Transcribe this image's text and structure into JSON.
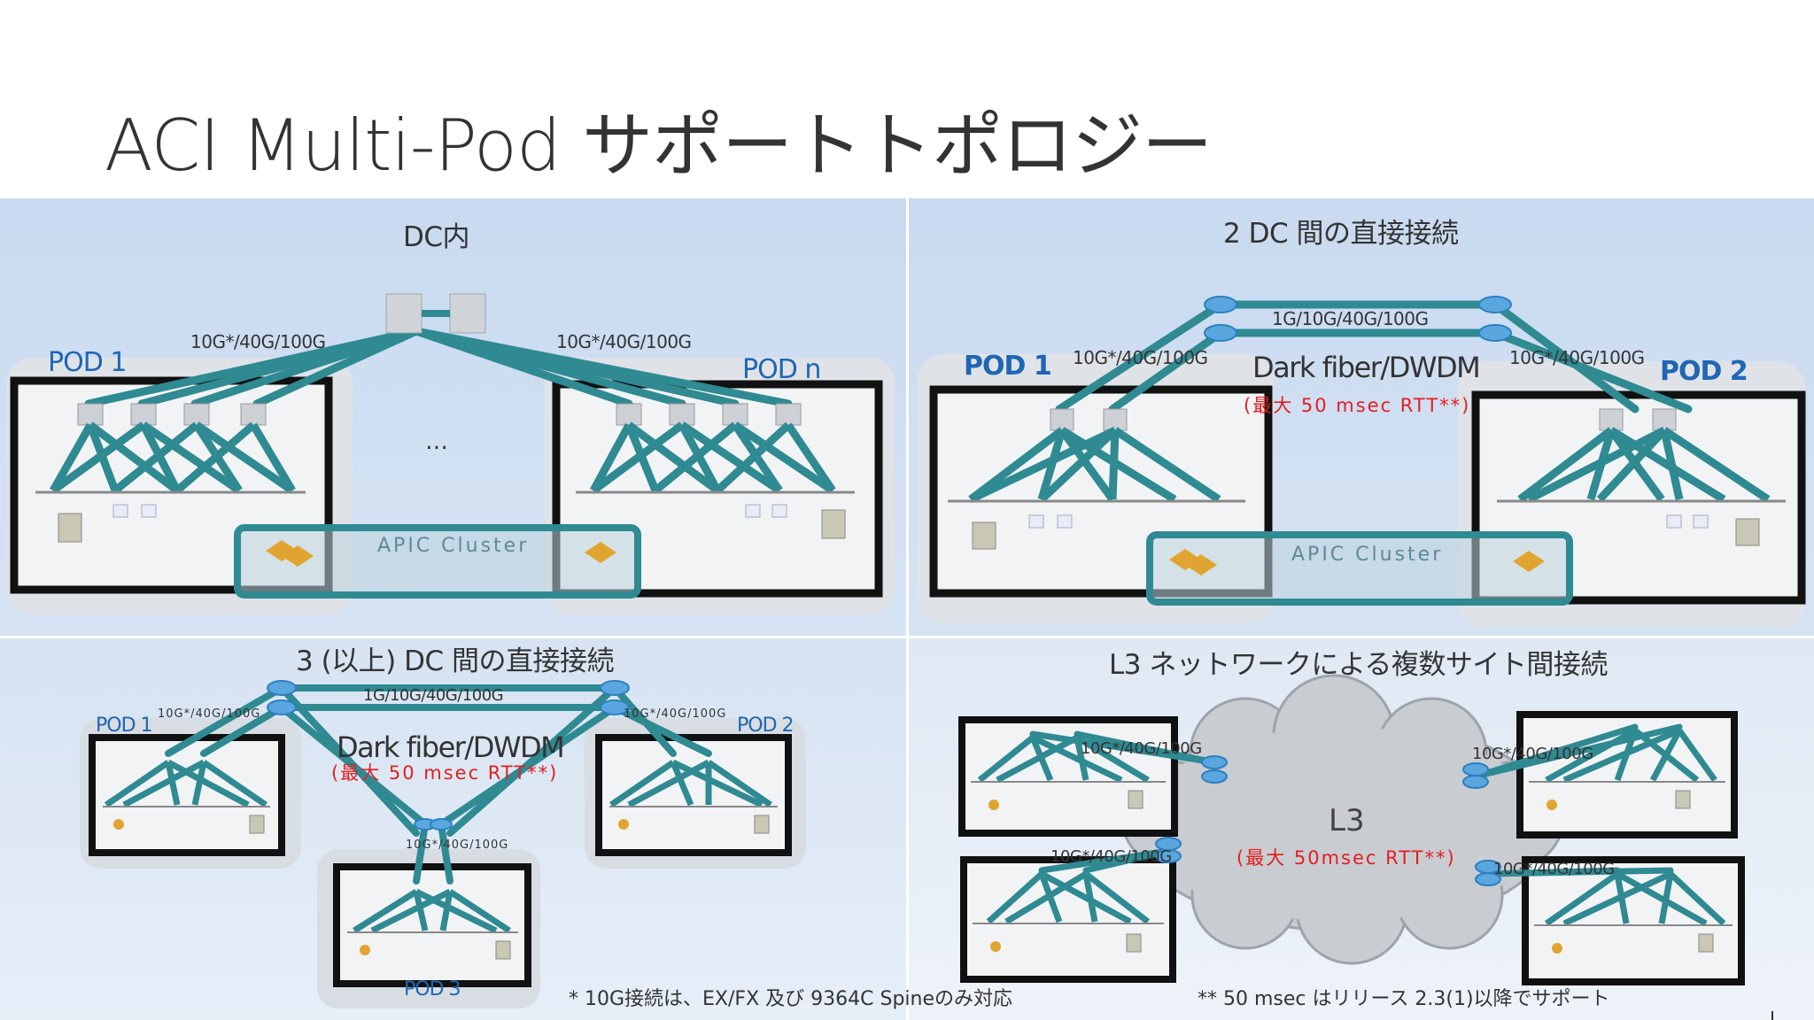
{
  "title": "ACI Multi-Pod サポートトポロジー",
  "colors": {
    "link": "#2f8a92",
    "panel_bg": "#c9daf0",
    "pod_label": "#1f66b3",
    "rtt": "#e02020"
  },
  "q1": {
    "title": "DC内",
    "link_left": "10G*/40G/100G",
    "link_right": "10G*/40G/100G",
    "pod_left": "POD 1",
    "pod_right": "POD n",
    "ellipsis": "…",
    "apic": "APIC Cluster"
  },
  "q2": {
    "title": "2 DC 間の直接接続",
    "link_top": "1G/10G/40G/100G",
    "link_left": "10G*/40G/100G",
    "link_right": "10G*/40G/100G",
    "dark_fiber": "Dark fiber/DWDM",
    "rtt": "(最大 50 msec RTT**)",
    "pod_left": "POD 1",
    "pod_right": "POD 2",
    "apic": "APIC Cluster"
  },
  "q3": {
    "title": "3 (以上) DC 間の直接接続",
    "link_top": "1G/10G/40G/100G",
    "link_left": "10G*/40G/100G",
    "link_right": "10G*/40G/100G",
    "link_bottom": "10G*/40G/100G",
    "dark_fiber": "Dark fiber/DWDM",
    "rtt": "(最大 50 msec RTT**)",
    "pod1": "POD 1",
    "pod2": "POD 2",
    "pod3": "POD 3"
  },
  "q4": {
    "title": "L3 ネットワークによる複数サイト間接続",
    "cloud": "L3",
    "rtt": "(最大 50msec RTT**)",
    "link_tl": "10G*/40G/100G",
    "link_tr": "10G*/40G/100G",
    "link_bl": "10G*/40G/100G",
    "link_br": "10G*/40G/100G"
  },
  "footnotes": {
    "left": "* 10G接続は、EX/FX 及び 9364C Spineのみ対応",
    "right": "** 50 msec はリリース 2.3(1)以降でサポート"
  }
}
